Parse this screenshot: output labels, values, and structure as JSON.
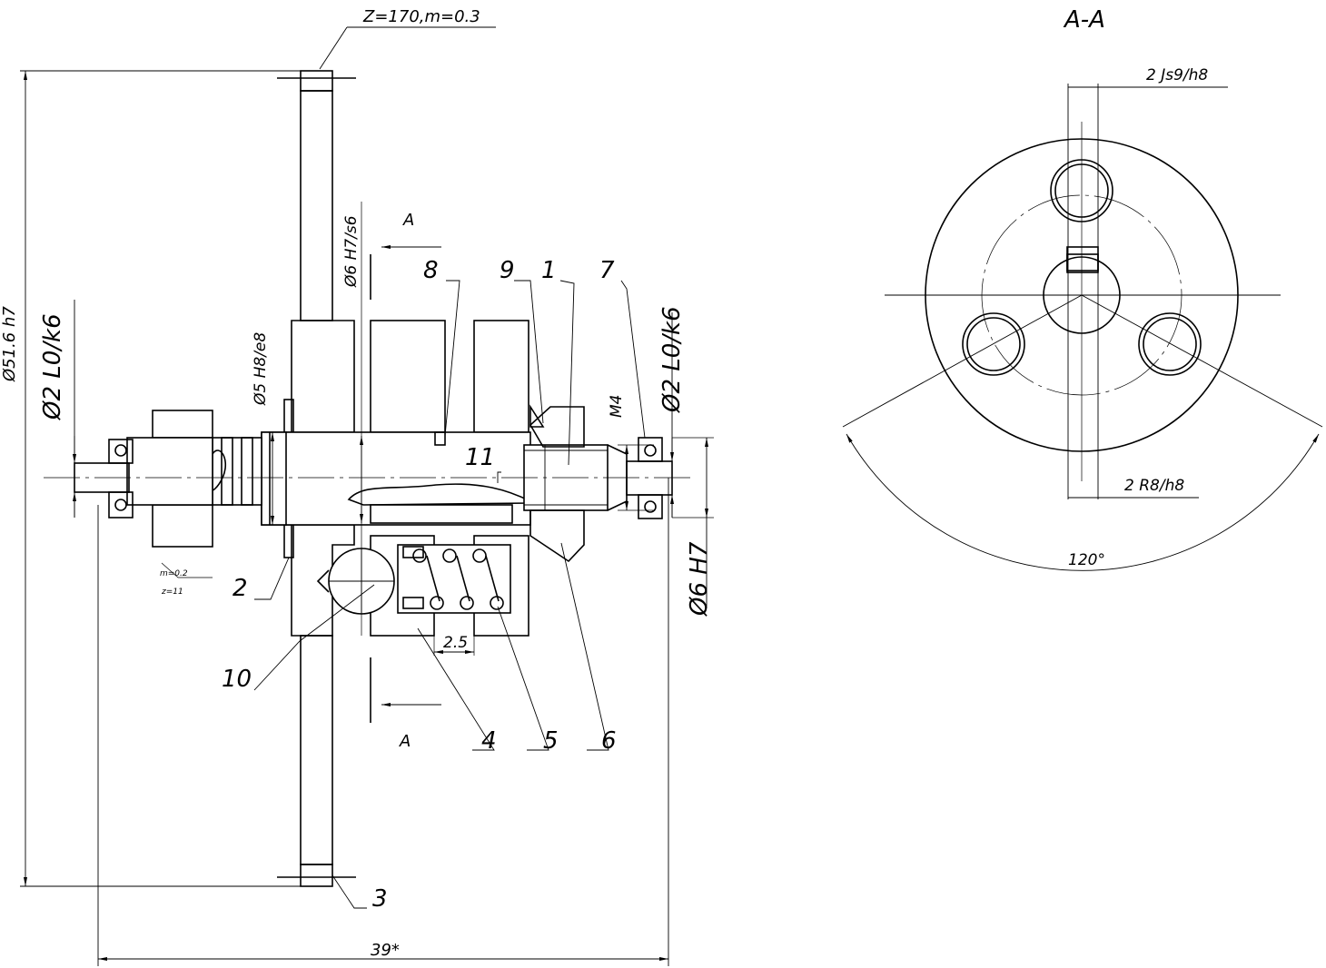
{
  "gear_spec": "Z=170,m=0.3",
  "section_title": "A-A",
  "section_mark": "A",
  "dimensions": {
    "outer_diameter": "Ø51.6 h7",
    "shaft_left": "Ø2 L0/k6",
    "shaft_right": "Ø2 L0/k6",
    "bore_fit": "Ø6 H7/s6",
    "hub_fit": "Ø5 H8/e8",
    "pin_fit": "Ø6 H7",
    "thread": "M4",
    "spring_pitch": "2.5",
    "overall_length": "39*",
    "key_width": "2 Js9/h8",
    "pin_radius": "2 R8/h8",
    "angle": "120°",
    "small_gear_note_1": "m=0.2",
    "small_gear_note_2": "z=11"
  },
  "part_labels": [
    "1",
    "2",
    "3",
    "4",
    "5",
    "6",
    "7",
    "8",
    "9",
    "10",
    "11"
  ]
}
